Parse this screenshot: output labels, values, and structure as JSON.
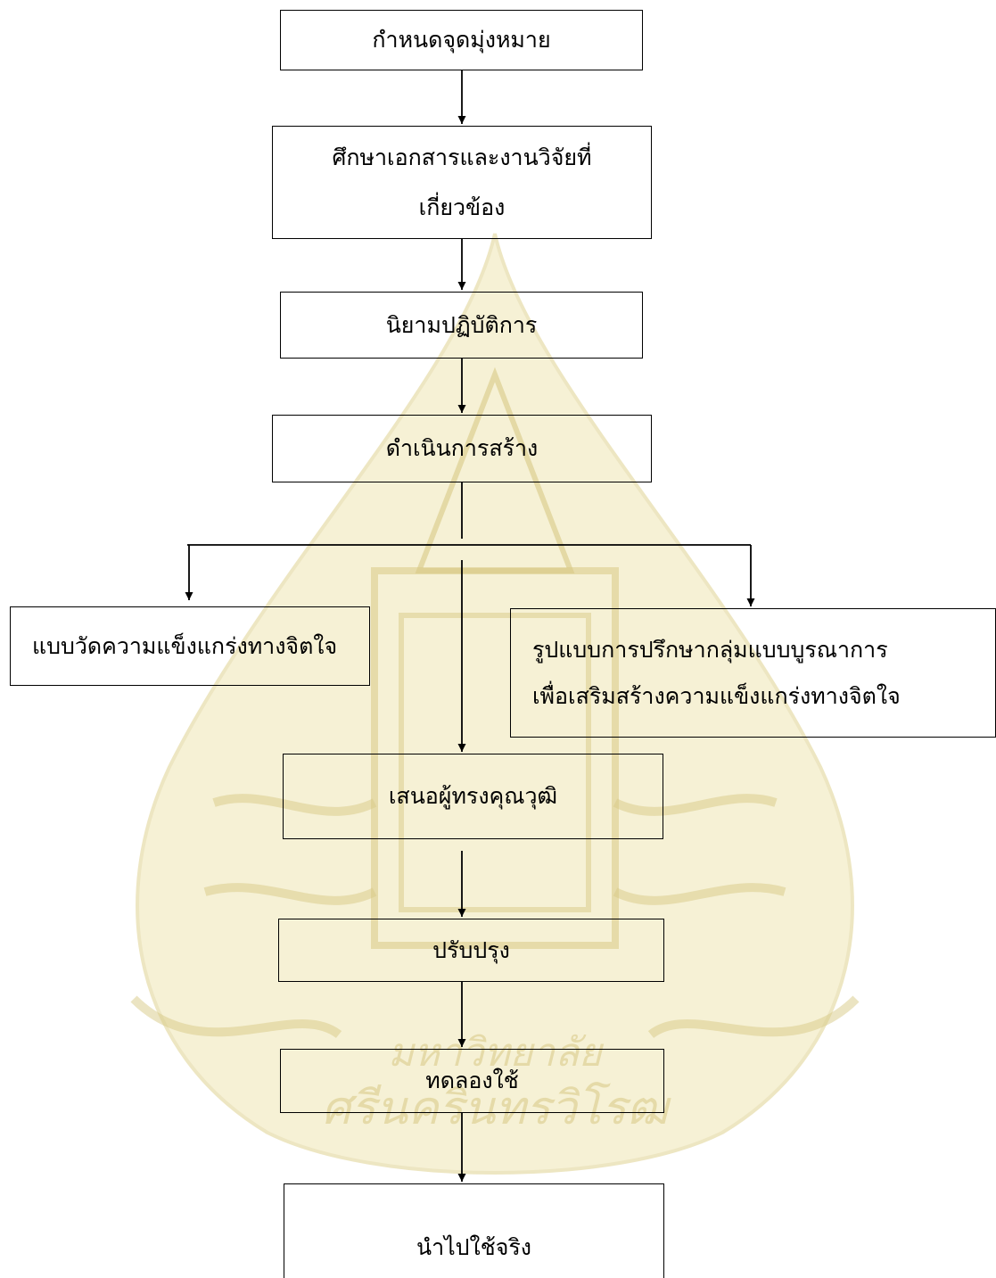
{
  "colors": {
    "watermark": "#eadfa0",
    "watermark_dark": "#d8c985",
    "line": "#000000"
  },
  "watermark": {
    "logo_text": [
      "มหาวิทยาลัย",
      "ศรีนครินทรวิโรฒ"
    ]
  },
  "nodes": {
    "step1": "กำหนดจุดมุ่งหมาย",
    "step2": "ศึกษาเอกสารและงานวิจัยที่\nเกี่ยวข้อง",
    "step3": "นิยามปฏิบัติการ",
    "step4": "ดำเนินการสร้าง",
    "left_branch": "แบบวัดความแข็งแกร่งทางจิตใจ",
    "right_branch": "รูปแบบการปรึกษากลุ่มแบบบูรณาการ\nเพื่อเสริมสร้างความแข็งแกร่งทางจิตใจ",
    "step5": "เสนอผู้ทรงคุณวุฒิ",
    "step6": "ปรับปรุง",
    "step7": "ทดลองใช้",
    "step8": "นำไปใช้จริง"
  }
}
